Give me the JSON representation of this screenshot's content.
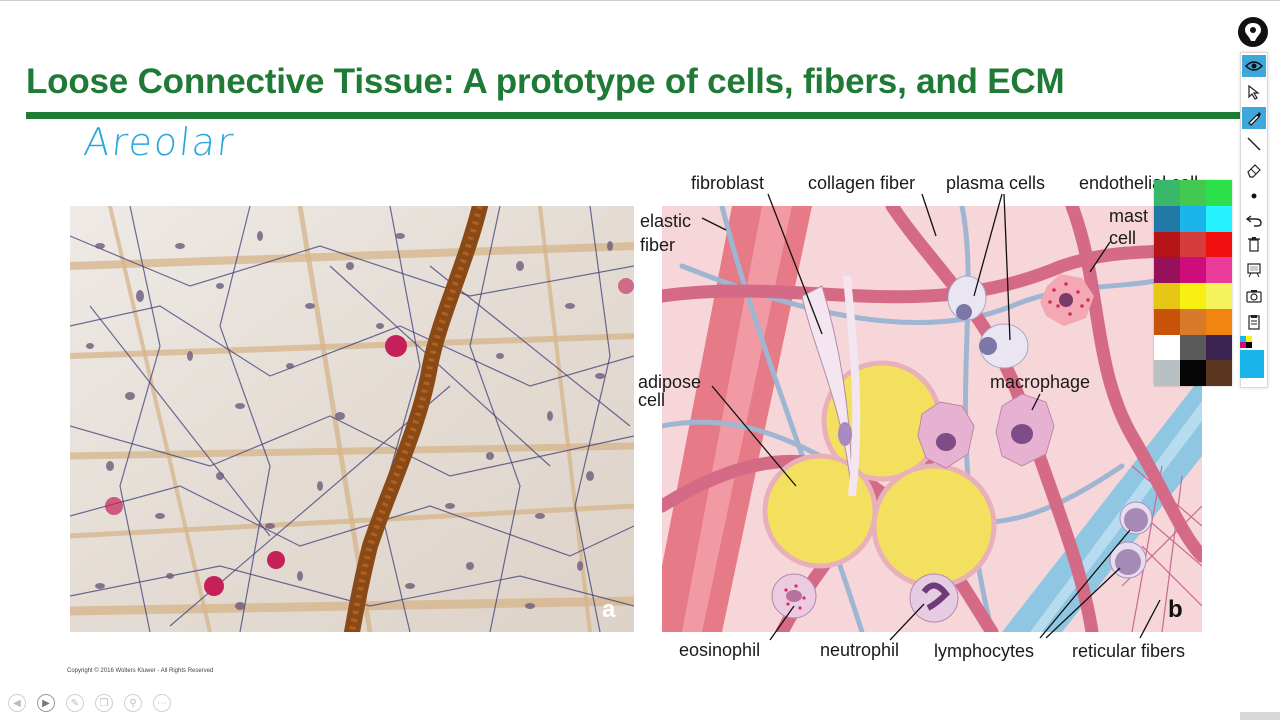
{
  "slide": {
    "title": "Loose Connective Tissue: A prototype of cells, fibers, and ECM",
    "annotation": "Areolar",
    "copyright": "Copyright © 2016 Wolters Kluwer - All Rights Reserved"
  },
  "panels": {
    "micrograph_letter": "a",
    "illustration_letter": "b"
  },
  "labels": {
    "fibroblast": "fibroblast",
    "collagen_fiber": "collagen fiber",
    "plasma_cells": "plasma cells",
    "endothelial_cell": "endothelial cell",
    "elastic_fiber_1": "elastic",
    "elastic_fiber_2": "fiber",
    "mast_cell_1": "mast",
    "mast_cell_2": "cell",
    "adipose_cell_1": "adipose",
    "adipose_cell_2": "cell",
    "macrophage": "macrophage",
    "eosinophil": "eosinophil",
    "neutrophil": "neutrophil",
    "lymphocytes": "lymphocytes",
    "reticular_fibers": "reticular fibers"
  },
  "colors": {
    "title_green": "#1e7a35",
    "annotation_blue": "#29a6dc",
    "toolbar_selected": "#3fa7d9"
  },
  "toolbar": {
    "tools": [
      "eye-icon",
      "pointer-icon",
      "highlighter-icon",
      "pen-line-icon",
      "eraser-icon",
      "dot-icon",
      "undo-icon",
      "trash-icon",
      "whiteboard-icon",
      "camera-icon",
      "clipboard-icon"
    ],
    "palette": [
      "#3ab86a",
      "#43c94f",
      "#2be04a",
      "#2279a8",
      "#1ab5ea",
      "#27f2ff",
      "#b51416",
      "#d63c3c",
      "#f01010",
      "#96105a",
      "#cf0d7a",
      "#ea3a9a",
      "#e8c616",
      "#f7f010",
      "#f6f25e",
      "#c85208",
      "#d87a2a",
      "#f28412",
      "#ffffff",
      "#5a5a5a",
      "#3a2350",
      "#b8c0c4",
      "#050505",
      "#5a3520"
    ]
  },
  "player": {
    "buttons": [
      "previous-icon",
      "play-icon",
      "pen-icon",
      "copy-icon",
      "zoom-icon",
      "more-icon"
    ]
  }
}
